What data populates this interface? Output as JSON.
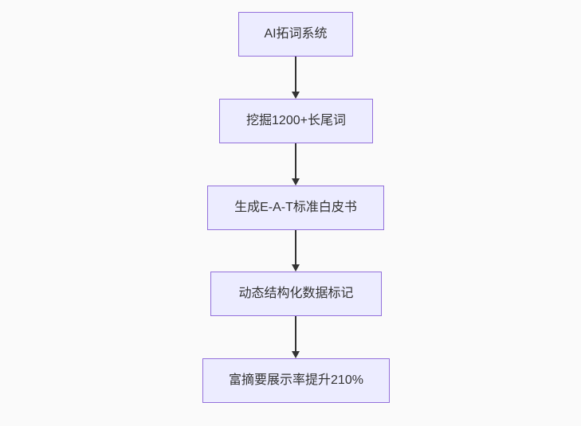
{
  "diagram": {
    "type": "flowchart",
    "direction": "top-down",
    "nodes": [
      {
        "id": "n1",
        "label": "AI拓词系统"
      },
      {
        "id": "n2",
        "label": "挖掘1200+长尾词"
      },
      {
        "id": "n3",
        "label": "生成E-A-T标准白皮书"
      },
      {
        "id": "n4",
        "label": "动态结构化数据标记"
      },
      {
        "id": "n5",
        "label": "富摘要展示率提升210%"
      }
    ],
    "edges": [
      {
        "from": "n1",
        "to": "n2"
      },
      {
        "from": "n2",
        "to": "n3"
      },
      {
        "from": "n3",
        "to": "n4"
      },
      {
        "from": "n4",
        "to": "n5"
      }
    ],
    "colors": {
      "node_fill": "#ECECFF",
      "node_border": "#9370DB",
      "edge": "#333333",
      "text": "#333333",
      "background": "#fafafa"
    }
  }
}
